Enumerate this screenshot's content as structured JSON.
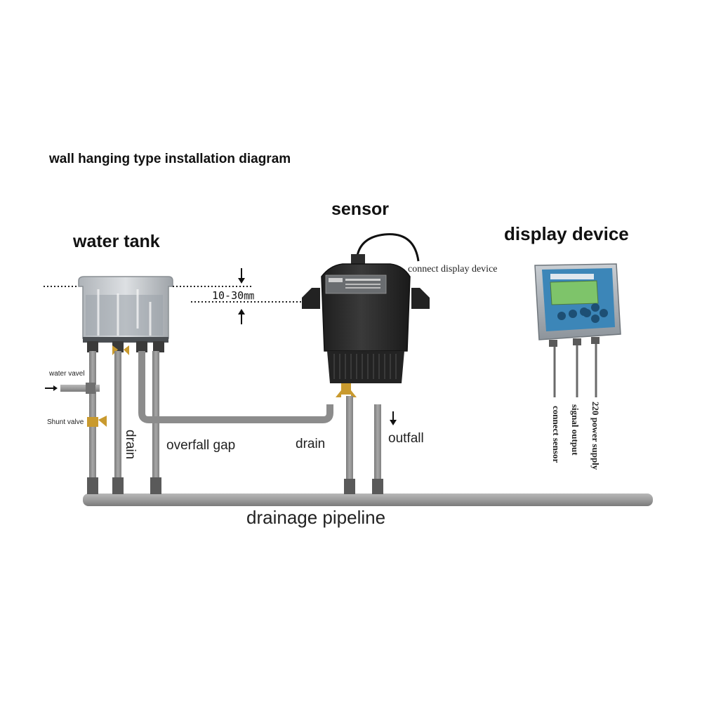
{
  "title": "wall hanging type installation diagram",
  "labels": {
    "water_tank": "water tank",
    "sensor": "sensor",
    "display_device": "display device",
    "connect_display_device": "connect display device",
    "gap": "10-30㎜",
    "water_vavel": "water vavel",
    "shunt_valve": "Shunt valve",
    "drain_vertical": "drain",
    "overfall_gap": "overfall gap",
    "drain": "drain",
    "outfall": "outfall",
    "drainage_pipeline": "drainage pipeline",
    "connect_sensor": "connect sensor",
    "signal_output": "signal output",
    "power_supply": "220 power supply"
  },
  "colors": {
    "pipe": "#9a9a9a",
    "pipe_dark": "#7c7c7c",
    "sensor_body": "#2a2a2a",
    "tank": "#c9cdd2",
    "brass": "#c99a2e",
    "lcd": "#7ec46a",
    "panel_blue": "#3c86b8"
  }
}
